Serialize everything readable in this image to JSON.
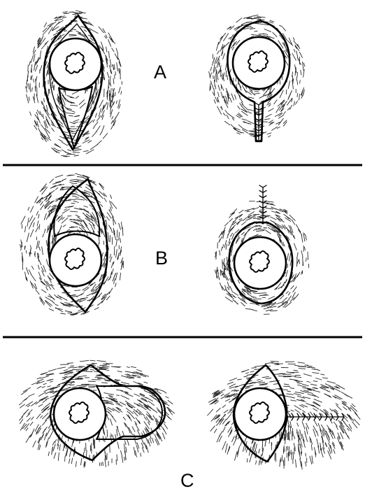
{
  "figure": {
    "panels": [
      {
        "label": "A"
      },
      {
        "label": "B"
      },
      {
        "label": "C"
      }
    ]
  },
  "colors": {
    "ink": "#000000",
    "paper": "#ffffff"
  }
}
